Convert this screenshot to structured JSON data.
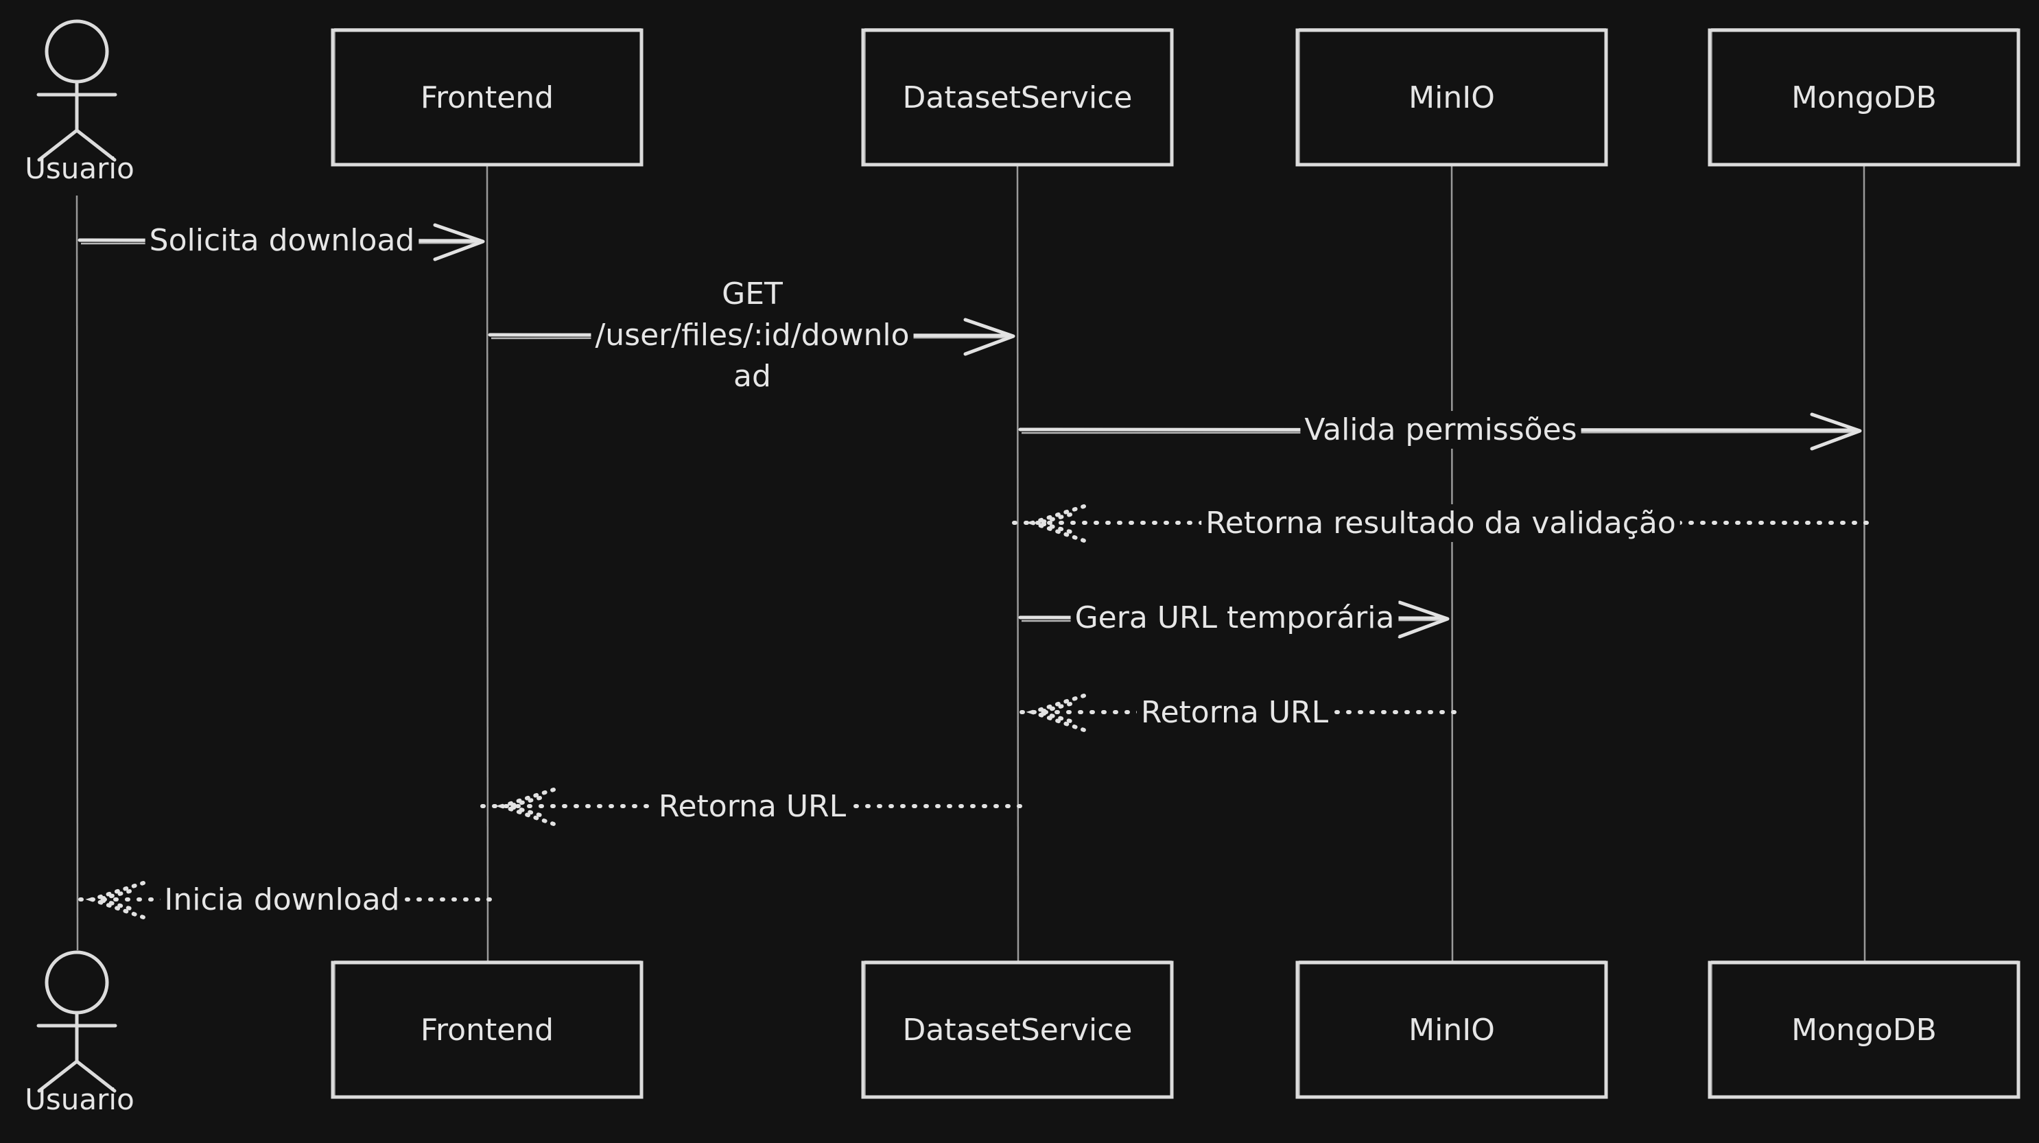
{
  "participants": [
    {
      "id": "usuario",
      "label": "Usuario",
      "kind": "actor"
    },
    {
      "id": "frontend",
      "label": "Frontend",
      "kind": "box"
    },
    {
      "id": "datasetservice",
      "label": "DatasetService",
      "kind": "box"
    },
    {
      "id": "minio",
      "label": "MinIO",
      "kind": "box"
    },
    {
      "id": "mongodb",
      "label": "MongoDB",
      "kind": "box"
    }
  ],
  "messages": [
    {
      "from": "usuario",
      "to": "frontend",
      "lines": [
        "Solicita download"
      ],
      "style": "solid"
    },
    {
      "from": "frontend",
      "to": "datasetservice",
      "lines": [
        "GET",
        "/user/files/:id/downlo",
        "ad"
      ],
      "style": "solid"
    },
    {
      "from": "datasetservice",
      "to": "mongodb",
      "lines": [
        "Valida permissões"
      ],
      "style": "solid"
    },
    {
      "from": "mongodb",
      "to": "datasetservice",
      "lines": [
        "Retorna resultado da validação"
      ],
      "style": "dotted"
    },
    {
      "from": "datasetservice",
      "to": "minio",
      "lines": [
        "Gera URL temporária"
      ],
      "style": "solid"
    },
    {
      "from": "minio",
      "to": "datasetservice",
      "lines": [
        "Retorna URL"
      ],
      "style": "dotted"
    },
    {
      "from": "datasetservice",
      "to": "frontend",
      "lines": [
        "Retorna URL"
      ],
      "style": "dotted"
    },
    {
      "from": "frontend",
      "to": "usuario",
      "lines": [
        "Inicia download"
      ],
      "style": "dotted"
    }
  ],
  "colors": {
    "background": "#121212",
    "stroke": "#dcdcdc",
    "text": "#e6e6e6"
  }
}
